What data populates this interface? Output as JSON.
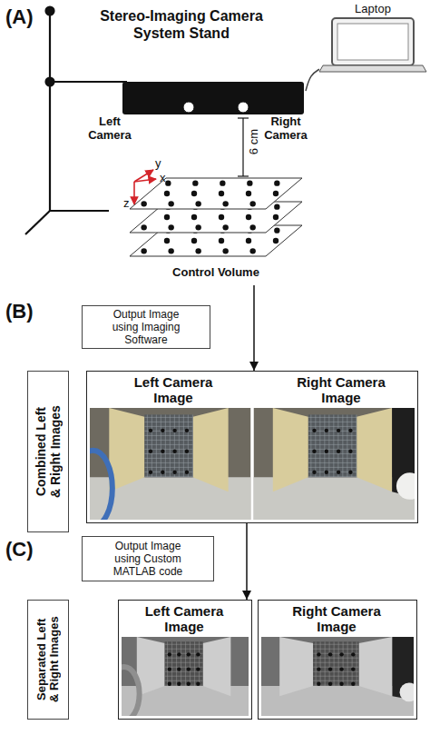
{
  "diagram": {
    "nodes": [
      {
        "text": [
          "Laptop"
        ]
      },
      {
        "text": [
          "Left Camera",
          "Right Camera"
        ]
      },
      {
        "text": [
          "Control Volume"
        ]
      },
      {
        "text": [
          "Output Image using Imaging Software"
        ]
      },
      {
        "text": [
          "Combined Left & Right Images"
        ]
      },
      {
        "text": [
          "Left Camera Image",
          "Right Camera Image"
        ]
      },
      {
        "text": [
          "Output Image using Custom MATLAB code"
        ]
      },
      {
        "text": [
          "Separated Left & Right Images"
        ]
      },
      {
        "text": [
          "Left Camera Image"
        ]
      },
      {
        "text": [
          "Right Camera Image"
        ]
      }
    ],
    "edges": [
      {
        "from": 0,
        "to": 1,
        "arrow": "none"
      },
      {
        "from": 2,
        "to": 5,
        "arrow": "to"
      },
      {
        "from": 5,
        "to": 8,
        "arrow": "to"
      }
    ],
    "labels": [
      "(A)",
      "Stereo-Imaging Camera System Stand",
      "y",
      "x",
      "z",
      "6 cm",
      "(B)",
      "(C)"
    ]
  }
}
